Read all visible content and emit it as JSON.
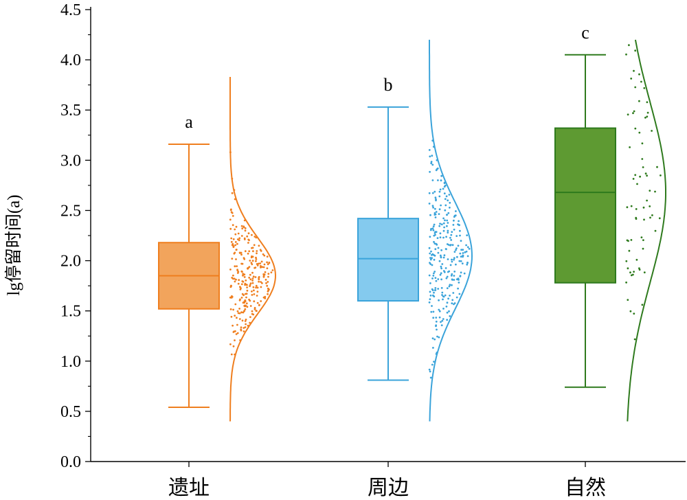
{
  "chart_data": {
    "type": "boxplot",
    "ylabel": "lg停留时间(a)",
    "ylim": [
      0,
      4.5
    ],
    "y_ticks": [
      "0.0",
      "0.5",
      "1.0",
      "1.5",
      "2.0",
      "2.5",
      "3.0",
      "3.5",
      "4.0",
      "4.5"
    ],
    "categories": [
      "遗址",
      "周边",
      "自然"
    ],
    "series": [
      {
        "category": "遗址",
        "color": "#EF7E1E",
        "fill": "#F2A45C",
        "letter": "a",
        "min": 0.54,
        "q1": 1.52,
        "median": 1.85,
        "q3": 2.18,
        "max": 3.16,
        "dist_mean": 1.85,
        "dist_sd": 0.38,
        "dist_range": [
          0.4,
          3.83
        ],
        "point_count": 280
      },
      {
        "category": "周边",
        "color": "#3AA3DA",
        "fill": "#84CAEE",
        "letter": "b",
        "min": 0.81,
        "q1": 1.6,
        "median": 2.02,
        "q3": 2.42,
        "max": 3.53,
        "dist_mean": 2.05,
        "dist_sd": 0.53,
        "dist_range": [
          0.4,
          4.2
        ],
        "point_count": 280
      },
      {
        "category": "自然",
        "color": "#2E7A1D",
        "fill": "#5E9A32",
        "letter": "c",
        "min": 0.74,
        "q1": 1.78,
        "median": 2.68,
        "q3": 3.32,
        "max": 4.05,
        "dist_mean": 2.68,
        "dist_sd": 0.9,
        "dist_range": [
          0.4,
          4.2
        ],
        "point_count": 70
      }
    ],
    "grid": false,
    "legend": "none"
  }
}
